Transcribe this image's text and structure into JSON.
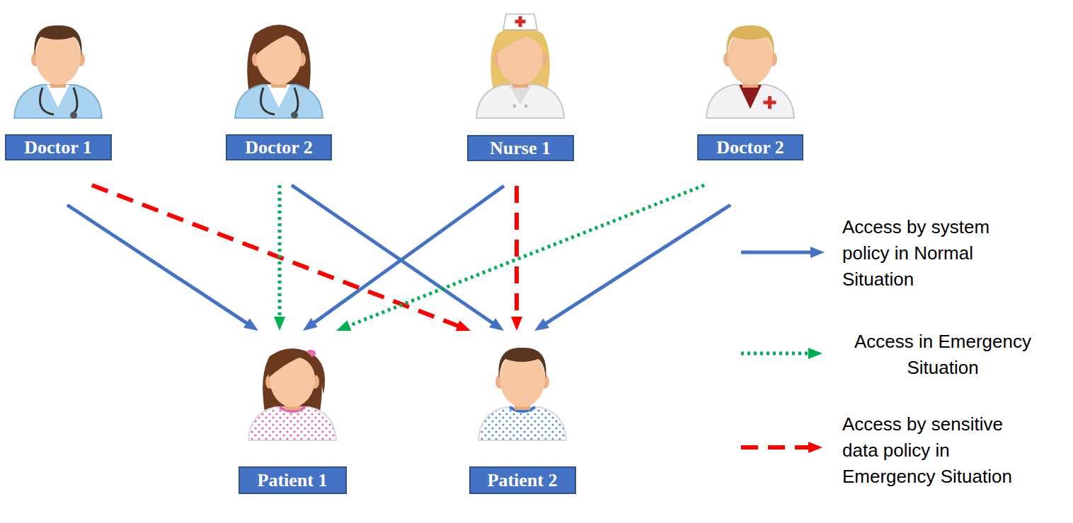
{
  "diagram": {
    "nodes": [
      {
        "text": [
          "Doctor 1"
        ]
      },
      {
        "text": [
          "Doctor 2"
        ]
      },
      {
        "text": [
          "Nurse 1"
        ]
      },
      {
        "text": [
          "Doctor 2"
        ]
      },
      {
        "text": [
          "Patient 1"
        ]
      },
      {
        "text": [
          "Patient 2"
        ]
      }
    ],
    "edges": [
      {
        "from": 0,
        "to": 4,
        "arrow": "to"
      },
      {
        "from": 0,
        "to": 5,
        "arrow": "to"
      },
      {
        "from": 1,
        "to": 4,
        "arrow": "to"
      },
      {
        "from": 1,
        "to": 5,
        "arrow": "to"
      },
      {
        "from": 2,
        "to": 4,
        "arrow": "to"
      },
      {
        "from": 2,
        "to": 5,
        "arrow": "to"
      },
      {
        "from": 3,
        "to": 4,
        "arrow": "to"
      },
      {
        "from": 3,
        "to": 5,
        "arrow": "to"
      }
    ],
    "legend": [
      {
        "text": "Access by system policy in Normal Situation"
      },
      {
        "text": "Access in Emergency Situation"
      },
      {
        "text": "Access by sensitive data policy in Emergency Situation"
      }
    ]
  }
}
